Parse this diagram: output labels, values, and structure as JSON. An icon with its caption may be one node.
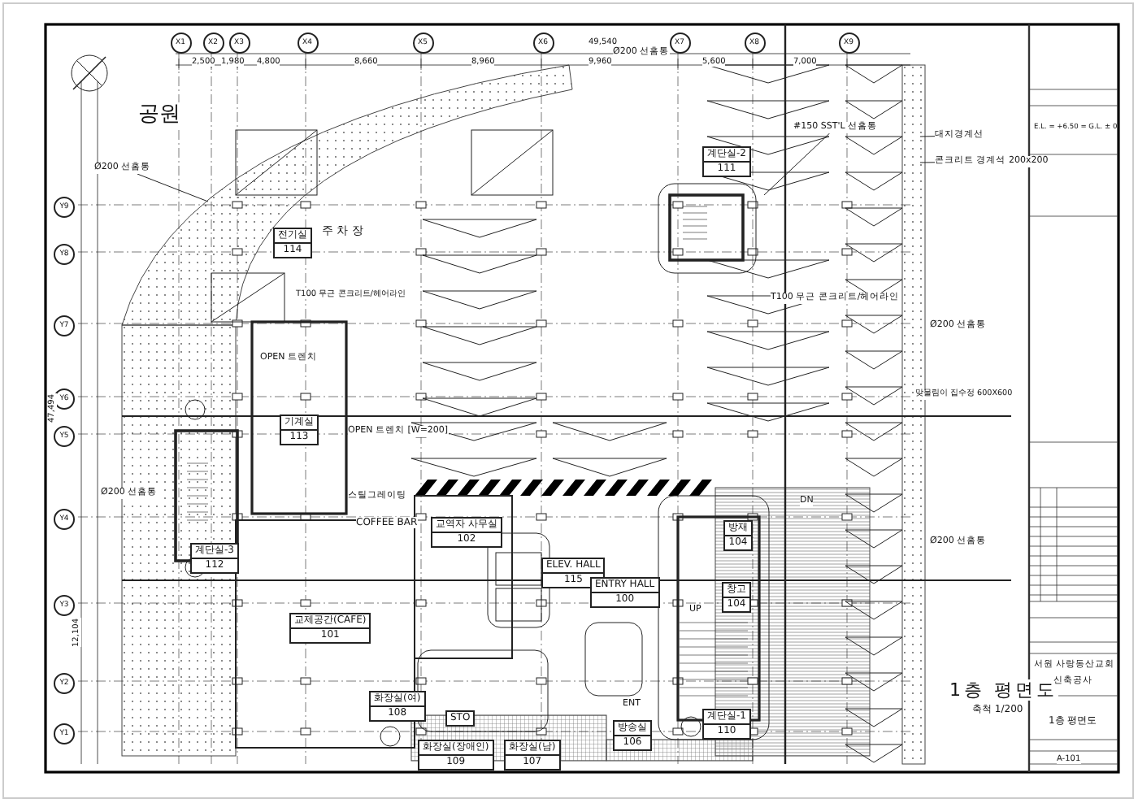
{
  "diagram": {
    "nodes": [
      {
        "text": [
          "전기실",
          "114"
        ]
      },
      {
        "text": [
          "계단실-2",
          "111"
        ]
      },
      {
        "text": [
          "기계실",
          "113"
        ]
      },
      {
        "text": [
          "계단실-3",
          "112"
        ]
      },
      {
        "text": [
          "교역자 사무실",
          "102"
        ]
      },
      {
        "text": [
          "ELEV. HALL",
          "115"
        ]
      },
      {
        "text": [
          "ENTRY HALL",
          "100"
        ]
      },
      {
        "text": [
          "방재",
          "104"
        ]
      },
      {
        "text": [
          "창고",
          "104"
        ]
      },
      {
        "text": [
          "교제공간(CAFE)",
          "101"
        ]
      },
      {
        "text": [
          "화장실(여)",
          "108"
        ]
      },
      {
        "text": [
          "화장실(장애인)",
          "109"
        ]
      },
      {
        "text": [
          "화장실(남)",
          "107"
        ]
      },
      {
        "text": [
          "계단실-1",
          "110"
        ]
      },
      {
        "text": [
          "방송실",
          "106"
        ]
      },
      {
        "text": [
          "STO"
        ]
      },
      {
        "text": [
          "Ø200 선홈통"
        ]
      },
      {
        "text": [
          "#150 SST'L 선홈통"
        ]
      },
      {
        "text": [
          "대지경계선"
        ]
      },
      {
        "text": [
          "콘크리트 경계석 200x200"
        ]
      }
    ],
    "edges": [
      {
        "from": 16,
        "to": null,
        "arrow": "none"
      },
      {
        "from": 17,
        "to": null,
        "arrow": "none"
      },
      {
        "from": 18,
        "to": null,
        "arrow": "none"
      },
      {
        "from": 19,
        "to": null,
        "arrow": "none"
      }
    ],
    "labels": [
      "공원",
      "주 차 장",
      "COFFEE BAR",
      "1층 평면도",
      "축척 1/200",
      "2,500",
      "1,980",
      "4,800",
      "8,660",
      "8,960",
      "49,540",
      "9,960",
      "5,600",
      "7,000",
      "X1",
      "X2",
      "X3",
      "X4",
      "X5",
      "X6",
      "X7",
      "X8",
      "X9",
      "Y9",
      "Y8",
      "Y7",
      "Y6",
      "Y5",
      "Y4",
      "Y3",
      "Y2",
      "Y1",
      "47,494",
      "12,104",
      "T100 무근 콘크리트/헤어라인",
      "T100 무근 콘크리트/헤어라인",
      "OPEN 트렌치",
      "OPEN 트렌치 [W=200]",
      "스틸그레이팅",
      "Ø200 선홈통",
      "Ø200 선홈통",
      "Ø200 선홈통",
      "Ø200 선홈통",
      "맞물림이 집수정 600X600",
      "DN",
      "UP",
      "ENT",
      "E.L. = +6.50 = G.L. ± 0",
      "서원 사랑동산교회",
      "신축공사",
      "1층 평면도",
      "A-101"
    ]
  }
}
